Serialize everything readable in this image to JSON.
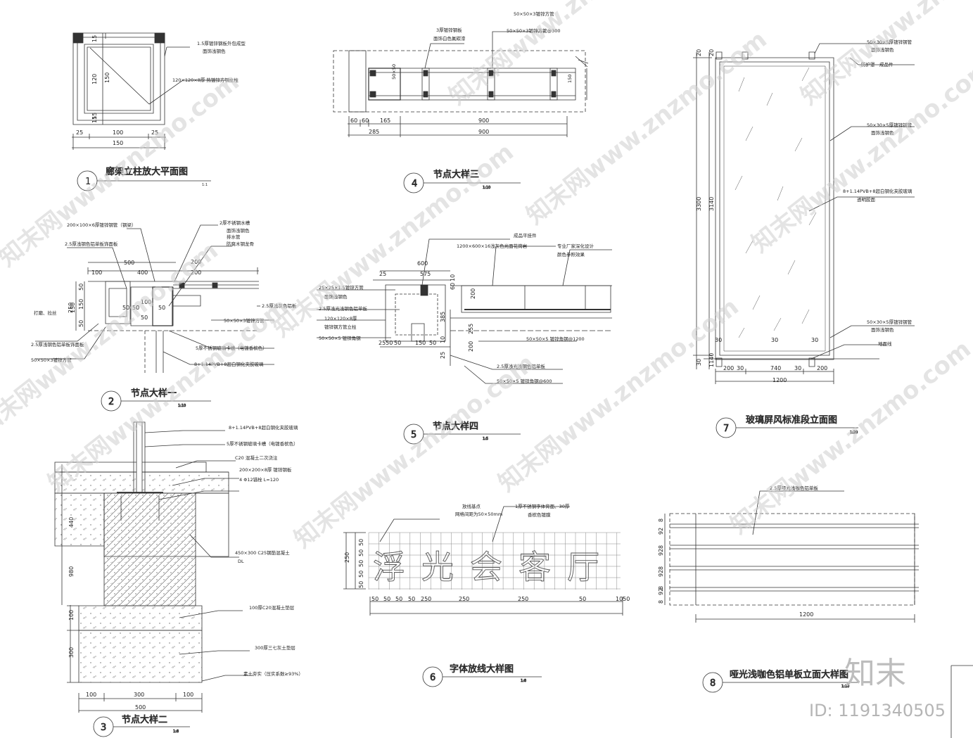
{
  "drawings": {
    "d1": {
      "number": "1",
      "title": "廊架立柱放大平面图",
      "scale": "1:1",
      "notes": [
        "1.5厚镀锌钢板外包成型",
        "面饰浅钢色",
        "120×120×8厚 热镀锌方钢立柱"
      ],
      "dims": [
        "15",
        "120",
        "150",
        "15",
        "15",
        "25",
        "100",
        "25",
        "150"
      ]
    },
    "d2": {
      "number": "2",
      "title": "节点大样一",
      "scale": "1:10",
      "notes": [
        "200×100×6厚镀锌钢管（钢梁）",
        "2.5厚浅钢色铝单板饰面板",
        "2厚不锈钢水槽",
        "面饰浅钢色",
        "排水管",
        "防腐木钢龙骨",
        "打磨、拉丝",
        "2.5厚浅灰色铝板",
        "50×50×3镀锌方管",
        "2.5厚浅钢色铝单板饰面板",
        "5厚不锈钢玻璃卡槽（电镀香槟色）",
        "50×50×3镀锌方管",
        "8+1.14PVB+8超白钢化夹胶玻璃"
      ],
      "dims": [
        "500",
        "100",
        "400",
        "200",
        "200",
        "50",
        "150",
        "50",
        "150",
        "50",
        "50",
        "100",
        "50",
        "50",
        "250"
      ]
    },
    "d3": {
      "number": "3",
      "title": "节点大样二",
      "scale": "1:8",
      "notes": [
        "8+1.14PVB+8超白钢化夹胶玻璃",
        "5厚不锈钢玻璃卡槽（电镀香槟色）",
        "C20 混凝土二次浇注",
        "200×200×8厚 镀锌钢板",
        "4 Φ12锚栓 L=120",
        "450×300 C25钢筋混凝土",
        "DL",
        "100厚C20混凝土垫层",
        "300厚三七灰土垫层",
        "素土夯实（压实系数≥93%）"
      ],
      "dims": [
        "980",
        "440",
        "100",
        "300",
        "100",
        "300",
        "100",
        "500"
      ]
    },
    "d4": {
      "number": "4",
      "title": "节点大样三",
      "scale": "1:10",
      "notes": [
        "3厚镀锌钢板",
        "面饰白色氟碳漆",
        "50×50×3镀锌方管",
        "50×50×3镀锌方管@300",
        "50×50",
        "150"
      ],
      "dims": [
        "60",
        "60",
        "165",
        "900",
        "285",
        "900"
      ]
    },
    "d5": {
      "number": "5",
      "title": "节点大样四",
      "scale": "1:5",
      "notes": [
        "成品平挂件",
        "1200×600×16浅灰色光面花岗岩",
        "专业厂家深化设计",
        "颜色参照效果",
        "25×25×1.5镀锌方管",
        "面饰浅钢色",
        "2.5厚浅光浅钢色铝单板",
        "120×120×8厚",
        "镀锌钢方管立柱",
        "50×50×5 镀锌角钢",
        "50×50×5 镀锌角钢@1200",
        "2.5厚浅光浅钢色铝单板",
        "50×50×5 镀锌角钢@600"
      ],
      "dims": [
        "600",
        "25",
        "575",
        "10",
        "200",
        "60",
        "385",
        "255",
        "10",
        "200",
        "25",
        "2550",
        "50",
        "150",
        "50"
      ]
    },
    "d6": {
      "number": "6",
      "title": "字体放线大样图",
      "scale": "1:8",
      "notes": [
        "放线基点",
        "网格间距为50×50mm",
        "1厚不锈钢字体背面、30厚",
        "香槟色镀膜"
      ],
      "letters": [
        "浮",
        "光",
        "会",
        "客",
        "厅"
      ],
      "dims": [
        "50",
        "50",
        "50",
        "50",
        "50",
        "250",
        "50",
        "50",
        "50",
        "50",
        "250",
        "250",
        "250",
        "50",
        "1050"
      ]
    },
    "d7": {
      "number": "7",
      "title": "玻璃屏风标准段立面图",
      "scale": "1:20",
      "notes": [
        "50×30×5厚镀锌钢管",
        "面饰浅钢色",
        "防护罩　成品件",
        "50×30×5厚镀锌钢管",
        "面饰浅钢色",
        "8+1.14PVB+8超白钢化夹胶玻璃",
        "透明胶面",
        "50×30×5厚镀锌钢管",
        "面饰浅钢色",
        "地面线"
      ],
      "dims": [
        "20",
        "20",
        "3300",
        "3140",
        "30",
        "30",
        "1140",
        "30",
        "30",
        "200",
        "30",
        "740",
        "30",
        "200",
        "1200"
      ]
    },
    "d8": {
      "number": "8",
      "title": "哑光浅咖色铝单板立面大样图",
      "scale": "1:10",
      "notes": [
        "2.5厚哑光浅咖色铝单板"
      ],
      "dims": [
        "8",
        "92",
        "8",
        "92",
        "8",
        "92",
        "8",
        "92",
        "8",
        "1200"
      ]
    }
  },
  "watermark": {
    "text": "知末网www.znzmo.com",
    "brand": "知末",
    "id": "ID: 1191340505"
  }
}
